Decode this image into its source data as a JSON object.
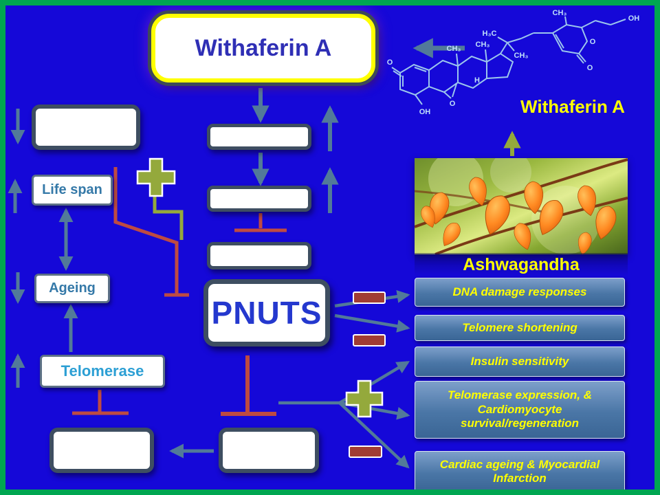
{
  "slide": {
    "title": "Withaferin A",
    "molecule_caption": "Withaferin A",
    "photo_caption": "Ashwagandha"
  },
  "left_column": {
    "life_span": "Life span",
    "ageing": "Ageing",
    "telomerase": "Telomerase"
  },
  "center": {
    "pnuts": "PNUTS"
  },
  "right_panels": [
    "DNA damage responses",
    "Telomere shortening",
    "Insulin sensitivity",
    "Telomerase expression, & Cardiomyocyte survival/regeneration",
    "Cardiac ageing & Myocardial Infarction"
  ],
  "molecule_labels": [
    "O",
    "CH₃",
    "CH₃",
    "H₃C",
    "CH₃",
    "CH₃",
    "OH",
    "O",
    "O",
    "H",
    "O",
    "OH"
  ],
  "colors": {
    "background": "#1508D8",
    "frame_green": "#00A651",
    "box_border": "#3E4E61",
    "arrow_steel": "#527A99",
    "inhibit_red": "#BE4B42",
    "activate_olive": "#94A93C",
    "accent_yellow": "#FFFF00",
    "pnuts_text": "#2438CE"
  }
}
